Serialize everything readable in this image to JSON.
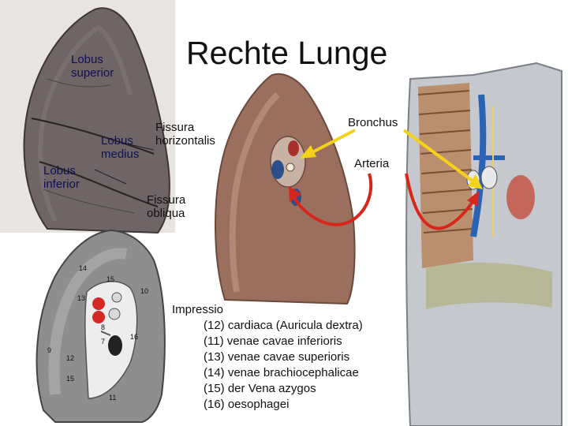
{
  "title": "Rechte Lunge",
  "labels": {
    "lobus_superior": [
      "Lobus",
      "superior"
    ],
    "lobus_medius": [
      "Lobus",
      "medius"
    ],
    "lobus_inferior": [
      "Lobus",
      "inferior"
    ],
    "fissura_horizontalis": [
      "Fissura",
      "horizontalis"
    ],
    "fissura_obliqua": [
      "Fissura",
      "obliqua"
    ],
    "bronchus": "Bronchus",
    "arteria": "Arteria"
  },
  "legend": {
    "heading": "Impressio",
    "items": [
      "(12) cardiaca (Auricula dextra)",
      "(11) venae cavae inferioris",
      "(13) venae cavae superioris",
      "(14) venae brachiocephalicae",
      "(15) der Vena azygos",
      "(16) oesophagei"
    ]
  },
  "schematic_numbers": [
    "14",
    "15",
    "10",
    "13",
    "16",
    "12",
    "9",
    "15",
    "11",
    "8",
    "7"
  ],
  "colors": {
    "arrow_yellow": "#f5d21a",
    "arrow_red": "#d9261c",
    "label_blue": "#0f0f55",
    "lung_grey": "#6f6566"
  }
}
